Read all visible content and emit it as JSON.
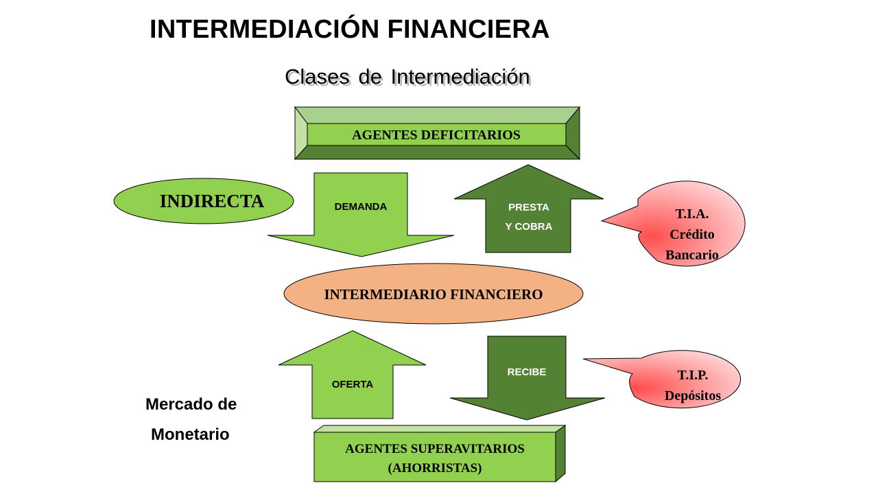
{
  "title": "INTERMEDIACIÓN FINANCIERA",
  "subtitle": "Clases de Intermediación",
  "top_box": "AGENTES DEFICITARIOS",
  "indirecta": "INDIRECTA",
  "demanda": "DEMANDA",
  "presta_line1": "PRESTA",
  "presta_line2": "Y COBRA",
  "intermediario": "INTERMEDIARIO FINANCIERO",
  "oferta": "OFERTA",
  "recibe": "RECIBE",
  "tia_line1": "T.I.A.",
  "tia_line2": "Crédito",
  "tia_line3": "Bancario",
  "tip_line1": "T.I.P.",
  "tip_line2": "Depósitos",
  "bottom_box_line1": "AGENTES SUPERAVITARIOS",
  "bottom_box_line2": "(AHORRISTAS)",
  "mercado_line1": "Mercado de",
  "mercado_line2": "Monetario",
  "colors": {
    "light_green": "#92d050",
    "dark_green": "#548235",
    "mid_green": "#70ad47",
    "bevel_light": "#c5e0a5",
    "salmon": "#f4b183",
    "pink": "#ff6b6b"
  }
}
